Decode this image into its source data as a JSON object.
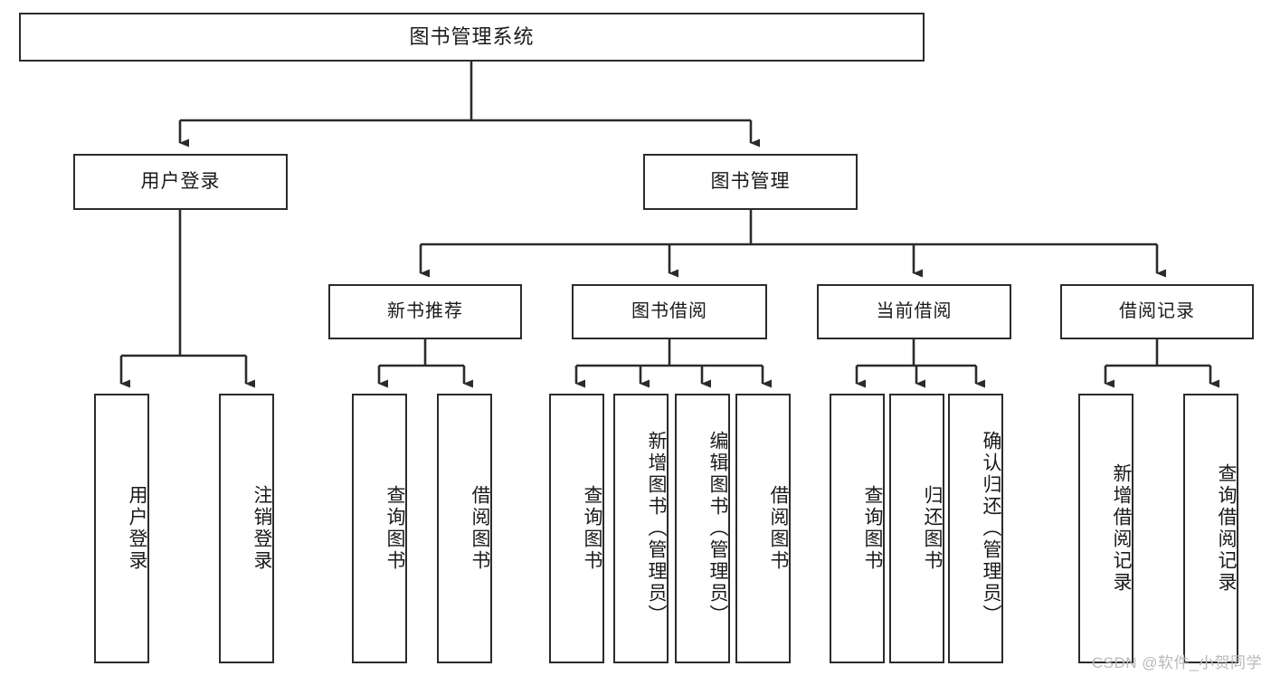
{
  "diagram": {
    "title": "图书管理系统",
    "type": "tree",
    "watermark": "CSDN @软件_小贺同学",
    "colors": {
      "border": "#2b2b2b",
      "background": "#ffffff",
      "text": "#1a1a1a",
      "watermark": "#b9b9b9"
    },
    "root": {
      "id": "root",
      "label": "图书管理系统"
    },
    "level2": [
      {
        "id": "user-login",
        "label": "用户登录"
      },
      {
        "id": "book-manage",
        "label": "图书管理"
      }
    ],
    "level3": [
      {
        "id": "new-book-rec",
        "label": "新书推荐",
        "parent": "book-manage"
      },
      {
        "id": "book-borrow",
        "label": "图书借阅",
        "parent": "book-manage"
      },
      {
        "id": "current-borrow",
        "label": "当前借阅",
        "parent": "book-manage"
      },
      {
        "id": "borrow-record",
        "label": "借阅记录",
        "parent": "book-manage"
      }
    ],
    "leaves": [
      {
        "id": "leaf-user-login",
        "label": "用户登录",
        "parent": "user-login"
      },
      {
        "id": "leaf-logout-login",
        "label": "注销登录",
        "parent": "user-login"
      },
      {
        "id": "leaf-query-book-1",
        "label": "查询图书",
        "parent": "new-book-rec"
      },
      {
        "id": "leaf-borrow-book-1",
        "label": "借阅图书",
        "parent": "new-book-rec"
      },
      {
        "id": "leaf-query-book-2",
        "label": "查询图书",
        "parent": "book-borrow"
      },
      {
        "id": "leaf-add-book",
        "label": "新增图书（管理员）",
        "parent": "book-borrow"
      },
      {
        "id": "leaf-edit-book",
        "label": "编辑图书（管理员）",
        "parent": "book-borrow"
      },
      {
        "id": "leaf-borrow-book-2",
        "label": "借阅图书",
        "parent": "book-borrow"
      },
      {
        "id": "leaf-query-book-3",
        "label": "查询图书",
        "parent": "current-borrow"
      },
      {
        "id": "leaf-return-book",
        "label": "归还图书",
        "parent": "current-borrow"
      },
      {
        "id": "leaf-confirm-return",
        "label": "确认归还（管理员）",
        "parent": "current-borrow"
      },
      {
        "id": "leaf-add-record",
        "label": "新增借阅记录",
        "parent": "borrow-record"
      },
      {
        "id": "leaf-query-record",
        "label": "查询借阅记录",
        "parent": "borrow-record"
      }
    ]
  }
}
